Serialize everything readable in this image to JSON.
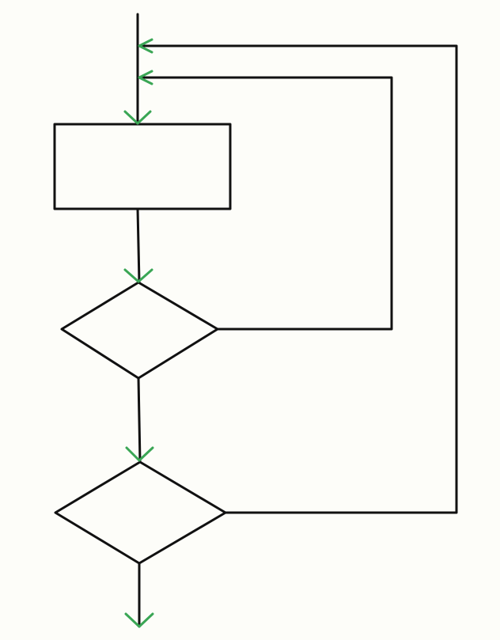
{
  "diagram": {
    "type": "flowchart",
    "nodes": [
      {
        "id": "process-box",
        "shape": "rectangle",
        "label": ""
      },
      {
        "id": "decision-1",
        "shape": "diamond",
        "label": ""
      },
      {
        "id": "decision-2",
        "shape": "diamond",
        "label": ""
      }
    ],
    "edges": [
      {
        "from": "entry",
        "to": "process-box"
      },
      {
        "from": "process-box",
        "to": "decision-1"
      },
      {
        "from": "decision-1",
        "to": "decision-2"
      },
      {
        "from": "decision-1",
        "to": "process-box",
        "kind": "loop-back"
      },
      {
        "from": "decision-2",
        "to": "process-box",
        "kind": "loop-back"
      },
      {
        "from": "decision-2",
        "to": "exit"
      }
    ]
  },
  "colors": {
    "background": "#fdfdf9",
    "line": "#111111",
    "arrow": "#3aa655"
  }
}
